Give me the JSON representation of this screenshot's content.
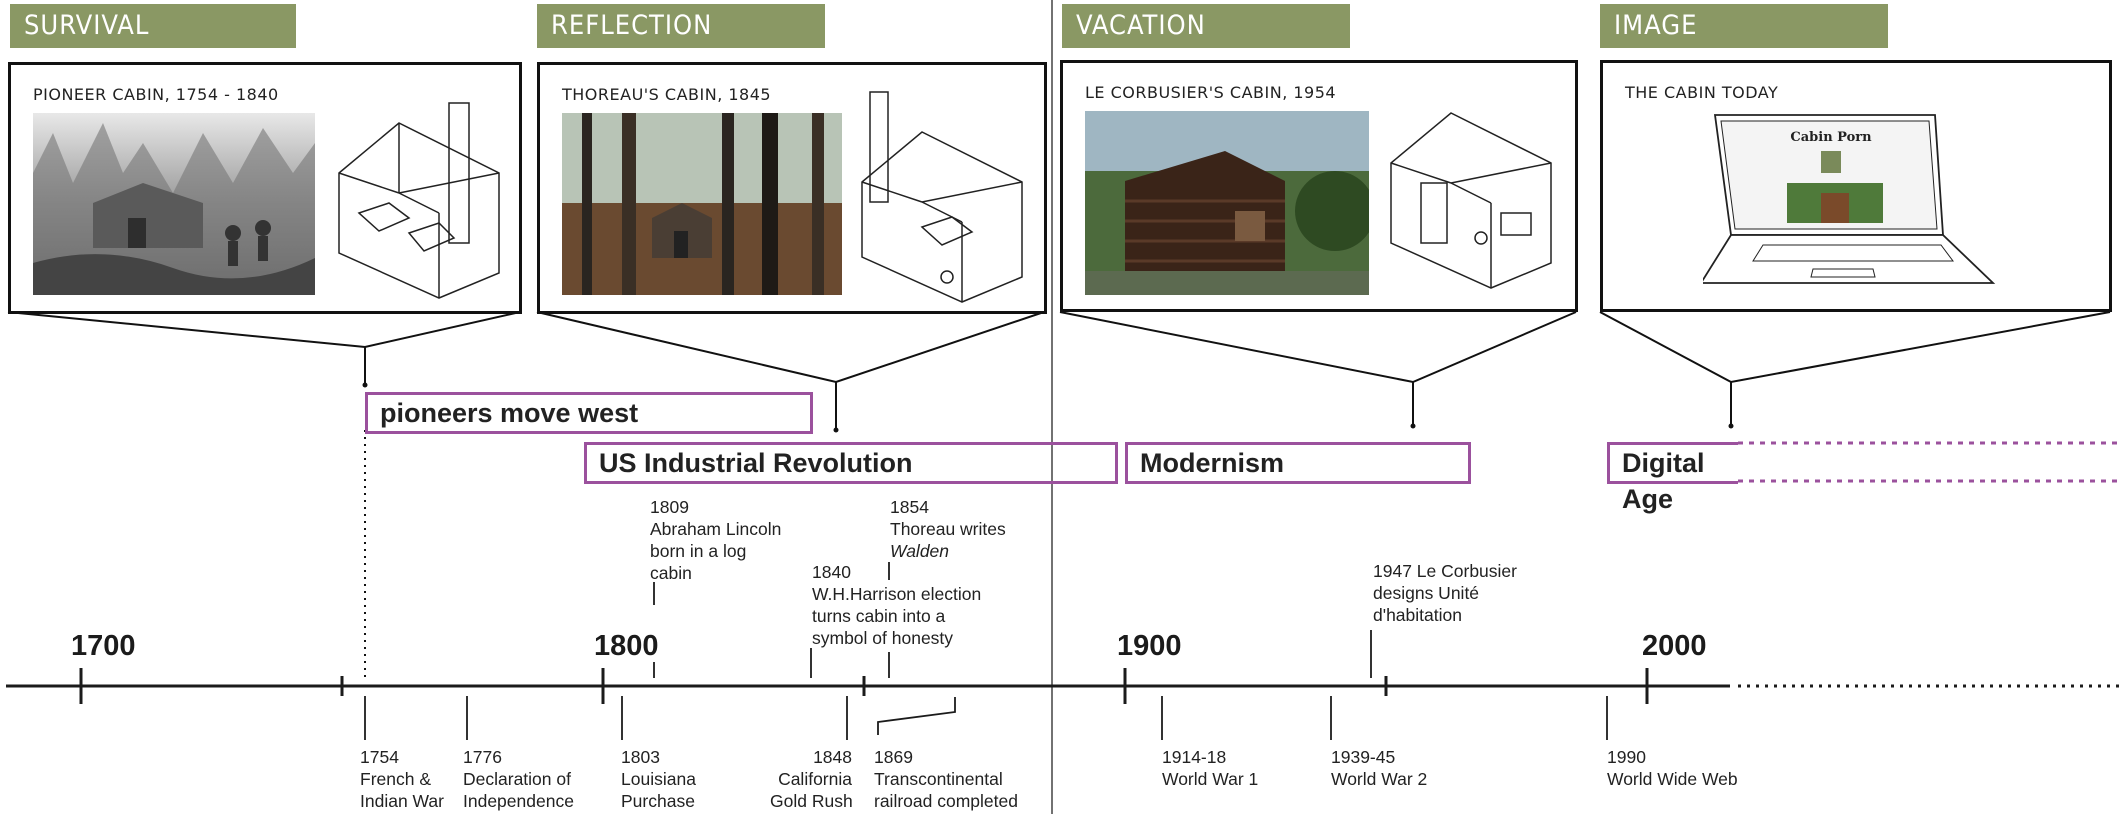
{
  "tabs": [
    {
      "label": "SURVIVAL"
    },
    {
      "label": "REFLECTION"
    },
    {
      "label": "VACATION"
    },
    {
      "label": "IMAGE"
    }
  ],
  "panels": [
    {
      "title": "PIONEER CABIN, 1754 - 1840",
      "photo": "engraving of pioneer log cabin",
      "drawing": "isometric cabin drawing"
    },
    {
      "title": "THOREAU'S CABIN, 1845",
      "photo": "photo of cabin in forest",
      "drawing": "isometric cabin drawing"
    },
    {
      "title": "LE CORBUSIER'S CABIN, 1954",
      "photo": "photo of dark wood cabin",
      "drawing": "isometric cabin drawing"
    },
    {
      "title": "THE CABIN TODAY",
      "laptop_site": "Cabin Porn"
    }
  ],
  "eras": [
    {
      "label": "pioneers move west"
    },
    {
      "label": "US Industrial Revolution"
    },
    {
      "label": "Modernism"
    },
    {
      "label": "Digital Age"
    }
  ],
  "decades": [
    "1700",
    "1800",
    "1900",
    "2000"
  ],
  "events_above": [
    {
      "lines": [
        "1809",
        "Abraham Lincoln",
        "born in a log",
        "cabin"
      ]
    },
    {
      "lines": [
        "1854",
        "Thoreau writes"
      ],
      "italic": "Walden"
    },
    {
      "lines": [
        "1840",
        "W.H.Harrison election",
        "turns cabin into a",
        "symbol of honesty"
      ]
    },
    {
      "lines": [
        "1947 Le Corbusier",
        "designs Unité",
        "d'habitation"
      ]
    }
  ],
  "events_below": [
    {
      "lines": [
        "1754",
        "French &",
        "Indian War"
      ]
    },
    {
      "lines": [
        "1776",
        "Declaration of",
        "Independence"
      ]
    },
    {
      "lines": [
        "1803",
        "Louisiana",
        "Purchase"
      ]
    },
    {
      "lines": [
        "1848",
        "California",
        "Gold Rush"
      ]
    },
    {
      "lines": [
        "1869",
        "Transcontinental",
        "railroad completed"
      ]
    },
    {
      "lines": [
        "1914-18",
        "World War 1"
      ]
    },
    {
      "lines": [
        "1939-45",
        "World War 2"
      ]
    },
    {
      "lines": [
        "1990",
        "World Wide Web"
      ]
    }
  ],
  "colors": {
    "tab": "#8a9864",
    "era_border": "#9b519d",
    "line": "#1b1b1b"
  }
}
